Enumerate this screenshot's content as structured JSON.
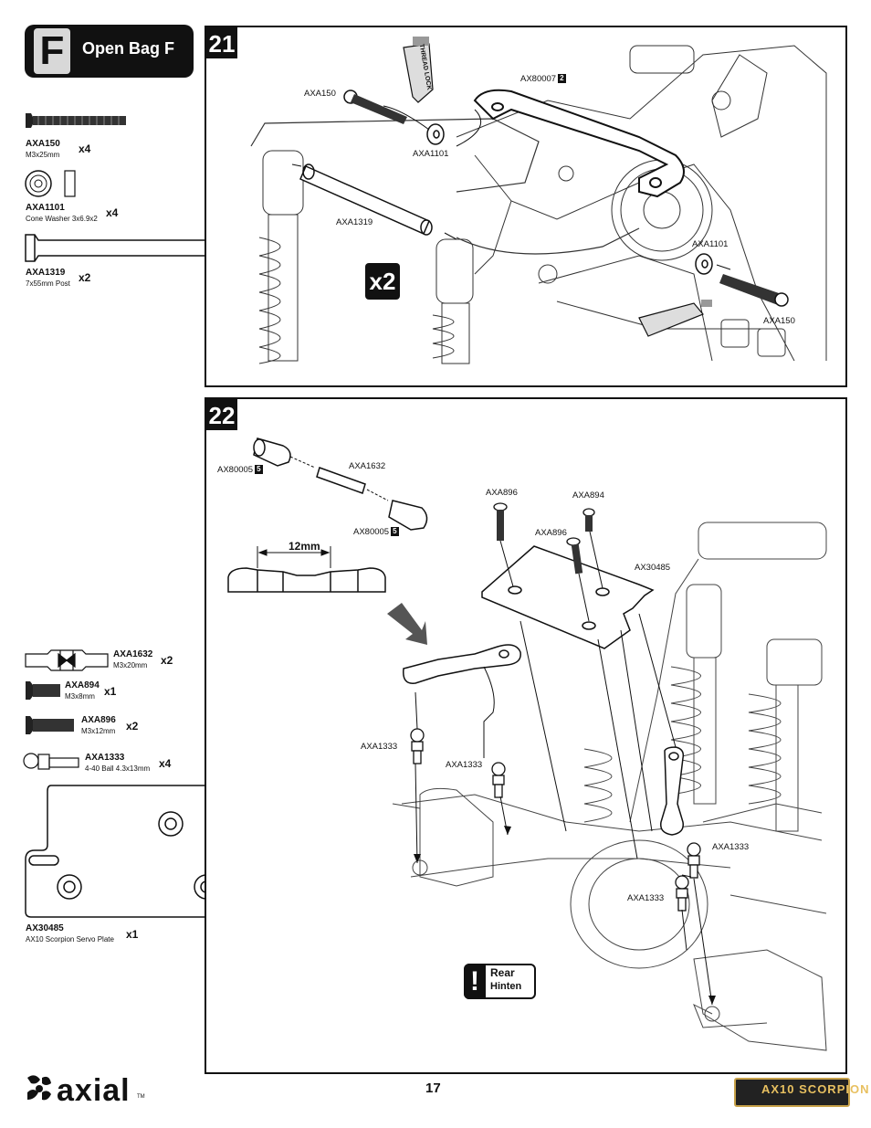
{
  "bag": {
    "letter": "F",
    "title": "Open Bag F"
  },
  "parts": [
    {
      "code": "AXA150",
      "desc": "M3x25mm",
      "qty": "x4"
    },
    {
      "code": "AXA1101",
      "desc": "Cone Washer 3x6.9x2",
      "qty": "x4"
    },
    {
      "code": "AXA1319",
      "desc": "7x55mm Post",
      "qty": "x2"
    },
    {
      "code": "AXA1632",
      "desc": "M3x20mm",
      "qty": "x2"
    },
    {
      "code": "AXA894",
      "desc": "M3x8mm",
      "qty": "x1"
    },
    {
      "code": "AXA896",
      "desc": "M3x12mm",
      "qty": "x2"
    },
    {
      "code": "AXA1333",
      "desc": "4-40 Ball 4.3x13mm",
      "qty": "x4"
    },
    {
      "code": "AX30485",
      "desc": "AX10 Scorpion Servo Plate",
      "qty": "x1"
    }
  ],
  "step21": {
    "number": "21",
    "multiplier": "x2",
    "labels": {
      "axa150_top": "AXA150",
      "ax80007": "AX80007",
      "ax80007_badge": "2",
      "axa1101_top": "AXA1101",
      "axa1319": "AXA1319",
      "axa1101_right": "AXA1101",
      "axa150_right": "AXA150",
      "threadlock": "THREAD LOCK"
    }
  },
  "step22": {
    "number": "22",
    "dimension": "12mm",
    "labels": {
      "ax80005_a": "AX80005",
      "ax80005_a_badge": "5",
      "axa1632": "AXA1632",
      "ax80005_b": "AX80005",
      "ax80005_b_badge": "5",
      "axa896_a": "AXA896",
      "axa894": "AXA894",
      "axa896_b": "AXA896",
      "ax30485": "AX30485",
      "axa1333_a": "AXA1333",
      "axa1333_b": "AXA1333",
      "axa1333_c": "AXA1333",
      "axa1333_d": "AXA1333"
    },
    "notice": {
      "title": "Rear",
      "subtitle": "Hinten"
    }
  },
  "footer": {
    "page_number": "17",
    "brand": "axial",
    "trademark": "TM",
    "product": "AX10 SCORPION"
  }
}
